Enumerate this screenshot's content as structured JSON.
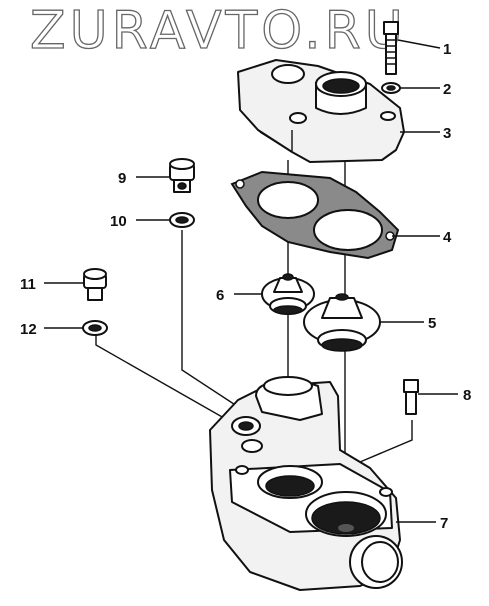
{
  "watermark": {
    "text": "ZURAVTO.RU"
  },
  "callouts": [
    {
      "id": "1",
      "label": "1"
    },
    {
      "id": "2",
      "label": "2"
    },
    {
      "id": "3",
      "label": "3"
    },
    {
      "id": "4",
      "label": "4"
    },
    {
      "id": "5",
      "label": "5"
    },
    {
      "id": "6",
      "label": "6"
    },
    {
      "id": "7",
      "label": "7"
    },
    {
      "id": "8",
      "label": "8"
    },
    {
      "id": "9",
      "label": "9"
    },
    {
      "id": "10",
      "label": "10"
    },
    {
      "id": "11",
      "label": "11"
    },
    {
      "id": "12",
      "label": "12"
    }
  ]
}
